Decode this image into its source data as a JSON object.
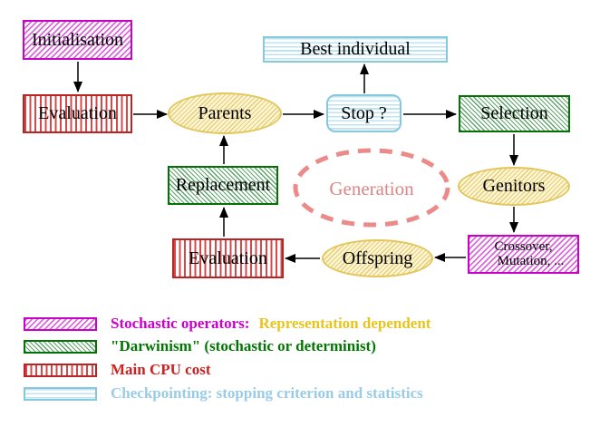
{
  "diagram": {
    "nodes": {
      "initialisation": {
        "label": "Initialisation",
        "pattern": "magenta-hatch"
      },
      "evaluation_top": {
        "label": "Evaluation",
        "pattern": "red-vertical-stripes"
      },
      "best_individual": {
        "label": "Best individual",
        "pattern": "cyan-horizontal-stripes"
      },
      "parents": {
        "label": "Parents",
        "pattern": "yellow-hatch-ellipse"
      },
      "stop": {
        "label": "Stop ?",
        "pattern": "cyan-horizontal-stripes"
      },
      "selection": {
        "label": "Selection",
        "pattern": "green-hatch"
      },
      "replacement": {
        "label": "Replacement",
        "pattern": "green-hatch"
      },
      "genitors": {
        "label": "Genitors",
        "pattern": "yellow-hatch-ellipse"
      },
      "generation": {
        "label": "Generation",
        "pattern": "salmon-dashed-ellipse"
      },
      "crossover_mutation": {
        "line1": "Crossover,",
        "line2": "Mutation, ...",
        "pattern": "magenta-hatch"
      },
      "offspring": {
        "label": "Offspring",
        "pattern": "yellow-hatch-ellipse"
      },
      "evaluation_bottom": {
        "label": "Evaluation",
        "pattern": "red-vertical-stripes"
      }
    },
    "flow": [
      "Initialisation -> Evaluation",
      "Evaluation -> Parents",
      "Parents -> Stop ?",
      "Stop ? -> Best individual",
      "Stop ? -> Selection",
      "Selection -> Genitors",
      "Genitors -> Crossover, Mutation, ...",
      "Crossover, Mutation, ... -> Offspring",
      "Offspring -> Evaluation",
      "Evaluation -> Replacement",
      "Replacement -> Parents"
    ],
    "colors": {
      "magenta": "#cc00cc",
      "green_border": "#057005",
      "red_border": "#b92525",
      "cyan_border": "#86c8de",
      "yellow_border": "#e3c65c",
      "salmon": "#e08585",
      "legend_gold_text": "#e8c41e",
      "legend_green_text": "#007700",
      "legend_red_text": "#cc2222",
      "legend_lightblue_text": "#99cce6"
    }
  },
  "legend": {
    "items": [
      {
        "pattern": "magenta-hatch",
        "label": "Stochastic operators:",
        "label2": "Representation dependent"
      },
      {
        "pattern": "green-hatch",
        "label": "\"Darwinism\" (stochastic or determinist)"
      },
      {
        "pattern": "red-vertical-stripes",
        "label": "Main CPU cost"
      },
      {
        "pattern": "cyan-horizontal-stripes",
        "label": "Checkpointing: stopping criterion and statistics"
      }
    ]
  }
}
